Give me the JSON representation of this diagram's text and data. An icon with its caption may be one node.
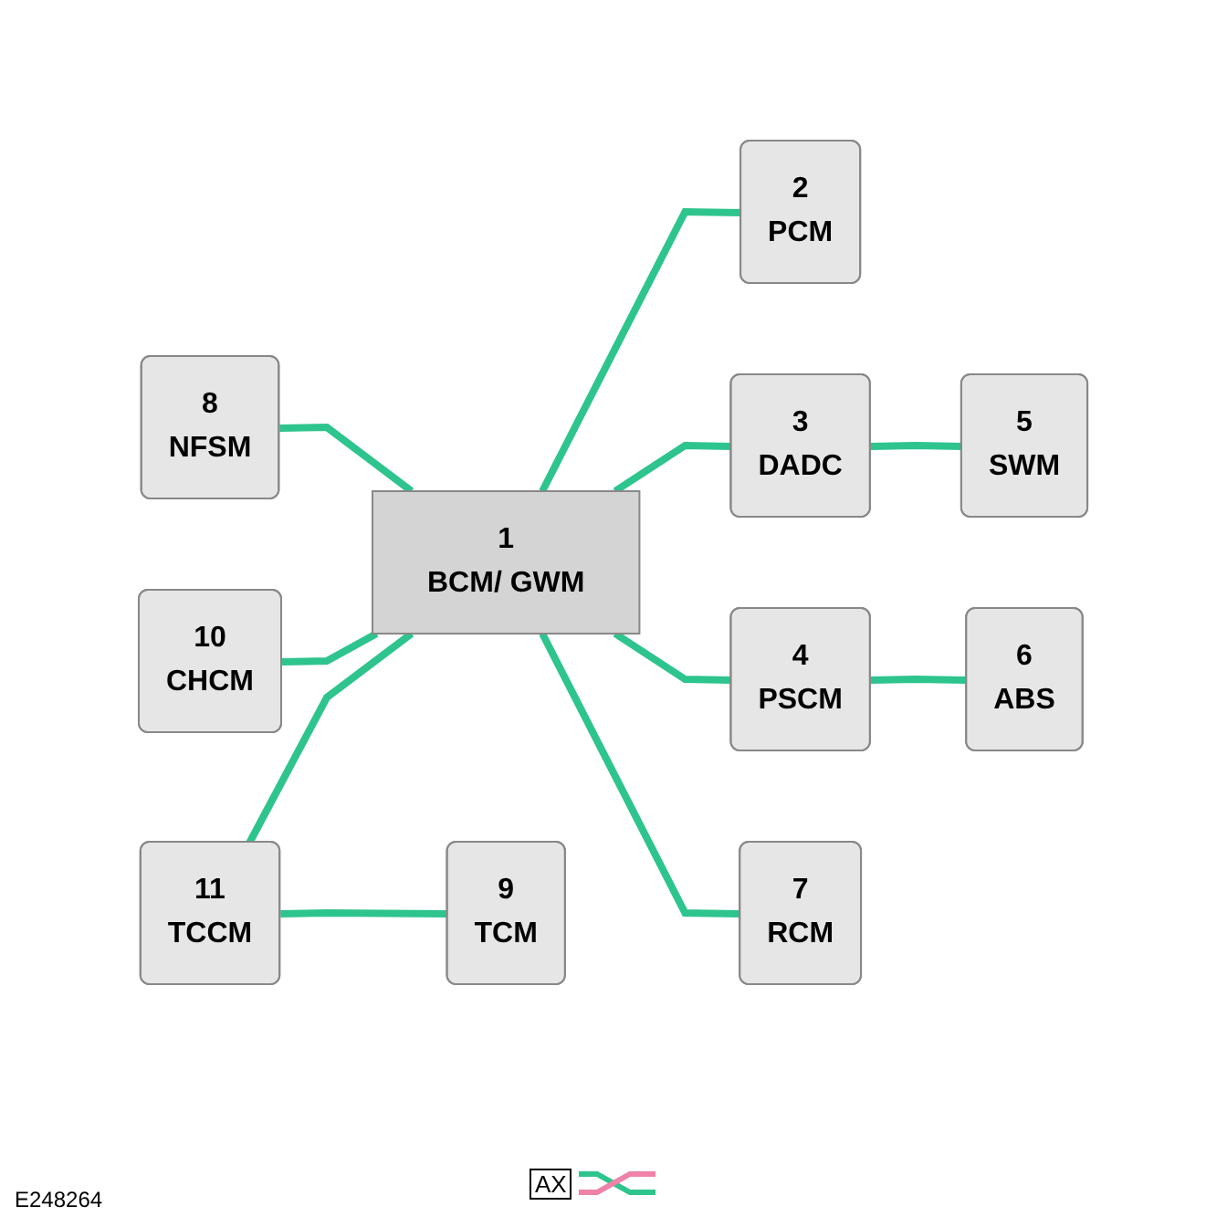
{
  "diagram": {
    "nodes": [
      {
        "text": [
          "1",
          "BCM/ GWM"
        ]
      },
      {
        "text": [
          "2",
          "PCM"
        ]
      },
      {
        "text": [
          "3",
          "DADC"
        ]
      },
      {
        "text": [
          "4",
          "PSCM"
        ]
      },
      {
        "text": [
          "5",
          "SWM"
        ]
      },
      {
        "text": [
          "6",
          "ABS"
        ]
      },
      {
        "text": [
          "7",
          "RCM"
        ]
      },
      {
        "text": [
          "8",
          "NFSM"
        ]
      },
      {
        "text": [
          "9",
          "TCM"
        ]
      },
      {
        "text": [
          "10",
          "CHCM"
        ]
      },
      {
        "text": [
          "11",
          "TCCM"
        ]
      }
    ],
    "edges": [
      {
        "from": 10,
        "to": 0,
        "arrow": "none"
      },
      {
        "from": 0,
        "to": 1,
        "arrow": "none"
      },
      {
        "from": 0,
        "to": 2,
        "arrow": "none"
      },
      {
        "from": 9,
        "to": 0,
        "arrow": "none"
      },
      {
        "from": 0,
        "to": 3,
        "arrow": "none"
      },
      {
        "from": 7,
        "to": 0,
        "arrow": "none"
      },
      {
        "from": 0,
        "to": 6,
        "arrow": "none"
      },
      {
        "from": 10,
        "to": 8,
        "arrow": "none"
      },
      {
        "from": 2,
        "to": 4,
        "arrow": "none"
      },
      {
        "from": 3,
        "to": 5,
        "arrow": "none"
      }
    ],
    "labels": [
      "E248264"
    ],
    "legend": [
      {
        "text": "AX"
      }
    ]
  }
}
